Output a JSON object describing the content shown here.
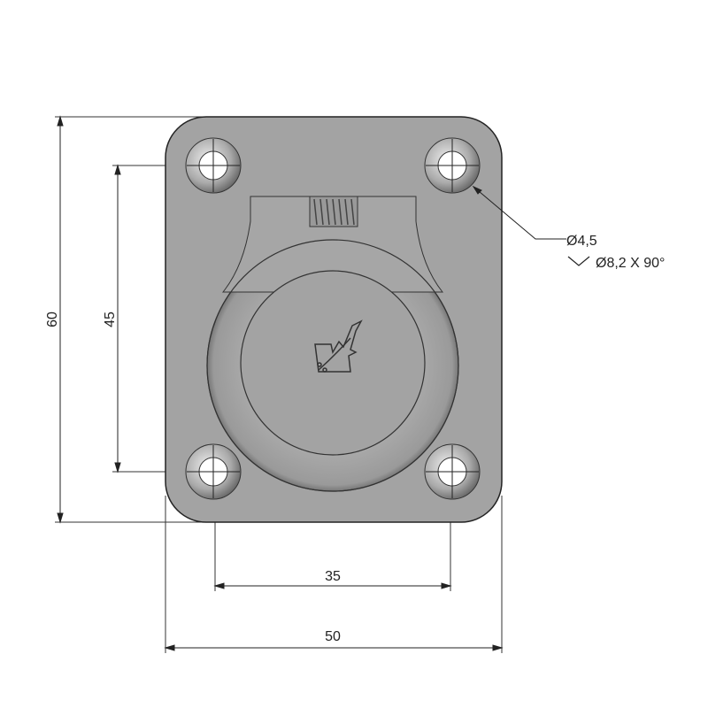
{
  "drawing": {
    "dimensions": {
      "overall_height": "60",
      "hole_spacing_vertical": "45",
      "hole_spacing_horizontal": "35",
      "overall_width": "50"
    },
    "hole_callout": {
      "diameter": "Ø4,5",
      "countersink": "Ø8,2 X 90°"
    },
    "colors": {
      "plate": "#a3a3a3",
      "line": "#222222"
    }
  }
}
